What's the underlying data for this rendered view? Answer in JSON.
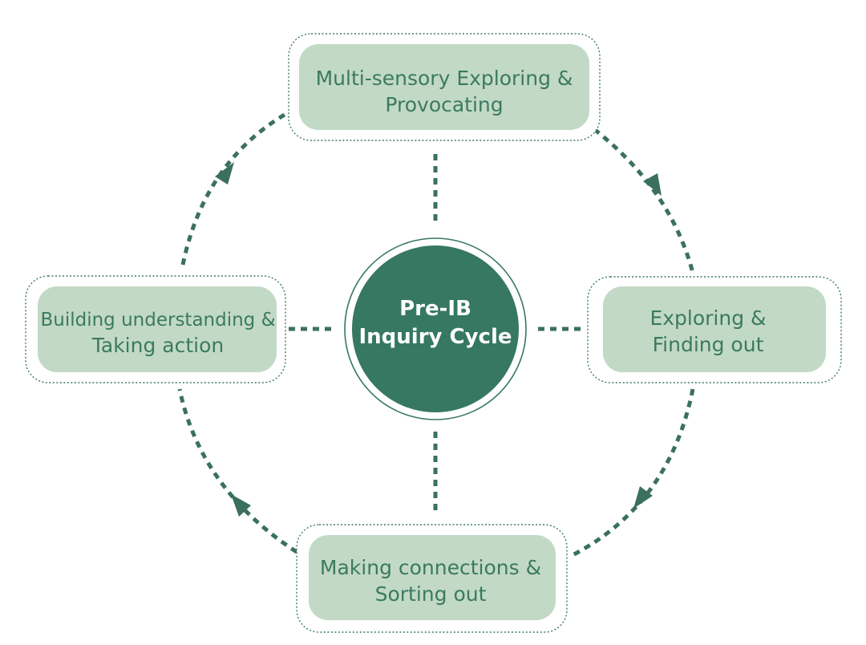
{
  "diagram": {
    "center": {
      "line1": "Pre-IB",
      "line2": "Inquiry Cycle"
    },
    "nodes": {
      "top": {
        "line1": "Multi-sensory Exploring &",
        "line2": "Provocating"
      },
      "right": {
        "line1": "Exploring &",
        "line2": "Finding out"
      },
      "bottom": {
        "line1": "Making connections &",
        "line2": "Sorting out"
      },
      "left": {
        "line1": "Building understanding &",
        "line2": "Taking action"
      }
    },
    "colors": {
      "center_fill": "#367862",
      "node_fill": "#c2d9c6",
      "node_text": "#3b7a60",
      "connector": "#3b7060"
    }
  }
}
